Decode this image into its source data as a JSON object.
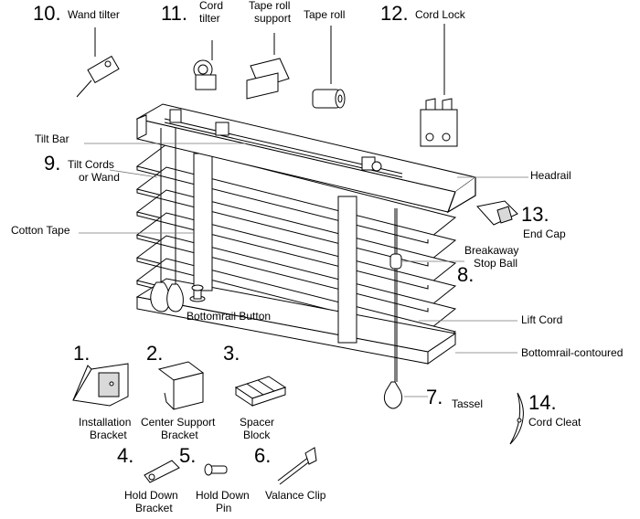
{
  "parts": {
    "p1": {
      "number": "1.",
      "label": [
        "Installation",
        "Bracket"
      ]
    },
    "p2": {
      "number": "2.",
      "label": [
        "Center Support",
        "Bracket"
      ]
    },
    "p3": {
      "number": "3.",
      "label": [
        "Spacer",
        "Block"
      ]
    },
    "p4": {
      "number": "4.",
      "label": [
        "Hold Down",
        "Bracket"
      ]
    },
    "p5": {
      "number": "5.",
      "label": [
        "Hold Down",
        "Pin"
      ]
    },
    "p6": {
      "number": "6.",
      "label": [
        "Valance Clip"
      ]
    },
    "p7": {
      "number": "7.",
      "label": [
        "Tassel"
      ]
    },
    "p8": {
      "number": "8.",
      "label": [
        "Breakaway",
        "Stop Ball"
      ]
    },
    "p9": {
      "number": "9.",
      "label": [
        "Tilt Cords",
        "or Wand"
      ]
    },
    "p10": {
      "number": "10.",
      "label": [
        "Wand tilter"
      ]
    },
    "p11": {
      "number": "11.",
      "label": [
        "Cord",
        "tilter"
      ]
    },
    "p12": {
      "number": "12.",
      "label": [
        "Cord Lock"
      ]
    },
    "p13": {
      "number": "13.",
      "label": [
        "End Cap"
      ]
    },
    "p14": {
      "number": "14.",
      "label": [
        "Cord Cleat"
      ]
    }
  },
  "labels": {
    "tape_roll_support": [
      "Tape roll",
      "support"
    ],
    "tape_roll": "Tape roll",
    "tilt_bar": "Tilt Bar",
    "headrail": "Headrail",
    "cotton_tape": "Cotton Tape",
    "lift_cord": "Lift Cord",
    "bottomrail_contoured": "Bottomrail-contoured",
    "bottomrail_button": "Bottomrail Button"
  }
}
